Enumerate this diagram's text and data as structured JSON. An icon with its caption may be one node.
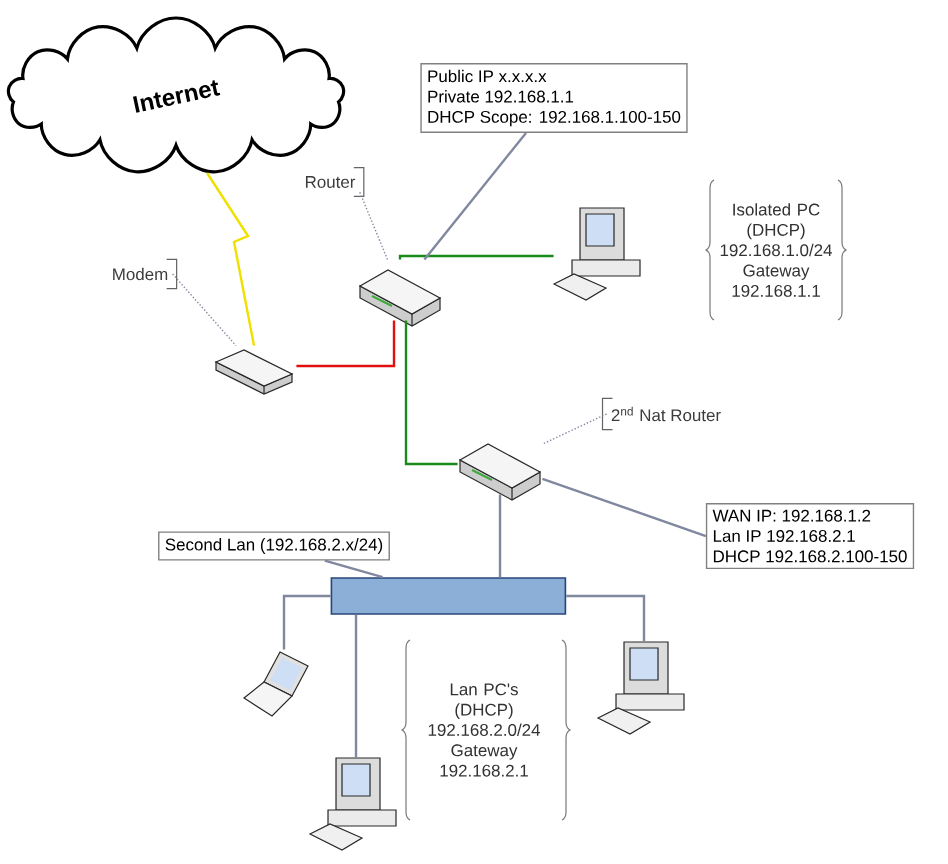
{
  "diagram": {
    "nodes": [
      {
        "text": [
          "Internet"
        ]
      },
      {
        "text": [],
        "shape": "picture"
      },
      {
        "text": [
          "Modem"
        ]
      },
      {
        "text": [],
        "shape": "picture"
      },
      {
        "text": [
          "Router"
        ]
      },
      {
        "text": [
          "Public IP x.x.x.x",
          "Private 192.168.1.1",
          "DHCP Scope: 192.168.1.100-150"
        ]
      },
      {
        "text": [],
        "shape": "picture"
      },
      {
        "text": [],
        "shape": "picture"
      },
      {
        "text": [
          "2$^{nd}$ Nat Router"
        ]
      },
      {
        "text": [
          "WAN IP: 192.168.1.2",
          "Lan IP 192.168.2.1",
          "DHCP 192.168.2.100-150"
        ]
      },
      {
        "text": [],
        "shape": "cylinder"
      },
      {
        "text": [
          "Second Lan (192.168.2.x/24)"
        ]
      },
      {
        "text": [],
        "shape": "picture"
      },
      {
        "text": [],
        "shape": "picture"
      },
      {
        "text": [],
        "shape": "picture"
      }
    ],
    "edges": [
      {
        "from": 0,
        "to": 1,
        "arrow": "none",
        "color": "#f0e000"
      },
      {
        "from": 1,
        "to": 3,
        "arrow": "none",
        "color": "#e01010"
      },
      {
        "from": 3,
        "to": 6,
        "arrow": "none",
        "color": "#1a8a1a"
      },
      {
        "from": 3,
        "to": 7,
        "arrow": "none",
        "color": "#1a8a1a"
      },
      {
        "from": 2,
        "to": 1,
        "arrow": "none",
        "style": "dashed"
      },
      {
        "from": 4,
        "to": 3,
        "arrow": "none",
        "style": "dashed"
      },
      {
        "from": 5,
        "to": 3,
        "arrow": "none"
      },
      {
        "from": 8,
        "to": 7,
        "arrow": "none",
        "style": "dashed"
      },
      {
        "from": 9,
        "to": 7,
        "arrow": "none"
      },
      {
        "from": 7,
        "to": 10,
        "arrow": "none"
      },
      {
        "from": 11,
        "to": 10,
        "arrow": "none"
      },
      {
        "from": 10,
        "to": 12,
        "arrow": "none"
      },
      {
        "from": 10,
        "to": 13,
        "arrow": "none"
      },
      {
        "from": 10,
        "to": 14,
        "arrow": "none"
      }
    ],
    "labels": [
      "Isolated PC (DHCP) 192.168.1.0/24 Gateway 192.168.1.1",
      "Lan PC's (DHCP) 192.168.2.0/24 Gateway 192.168.2.1"
    ]
  }
}
